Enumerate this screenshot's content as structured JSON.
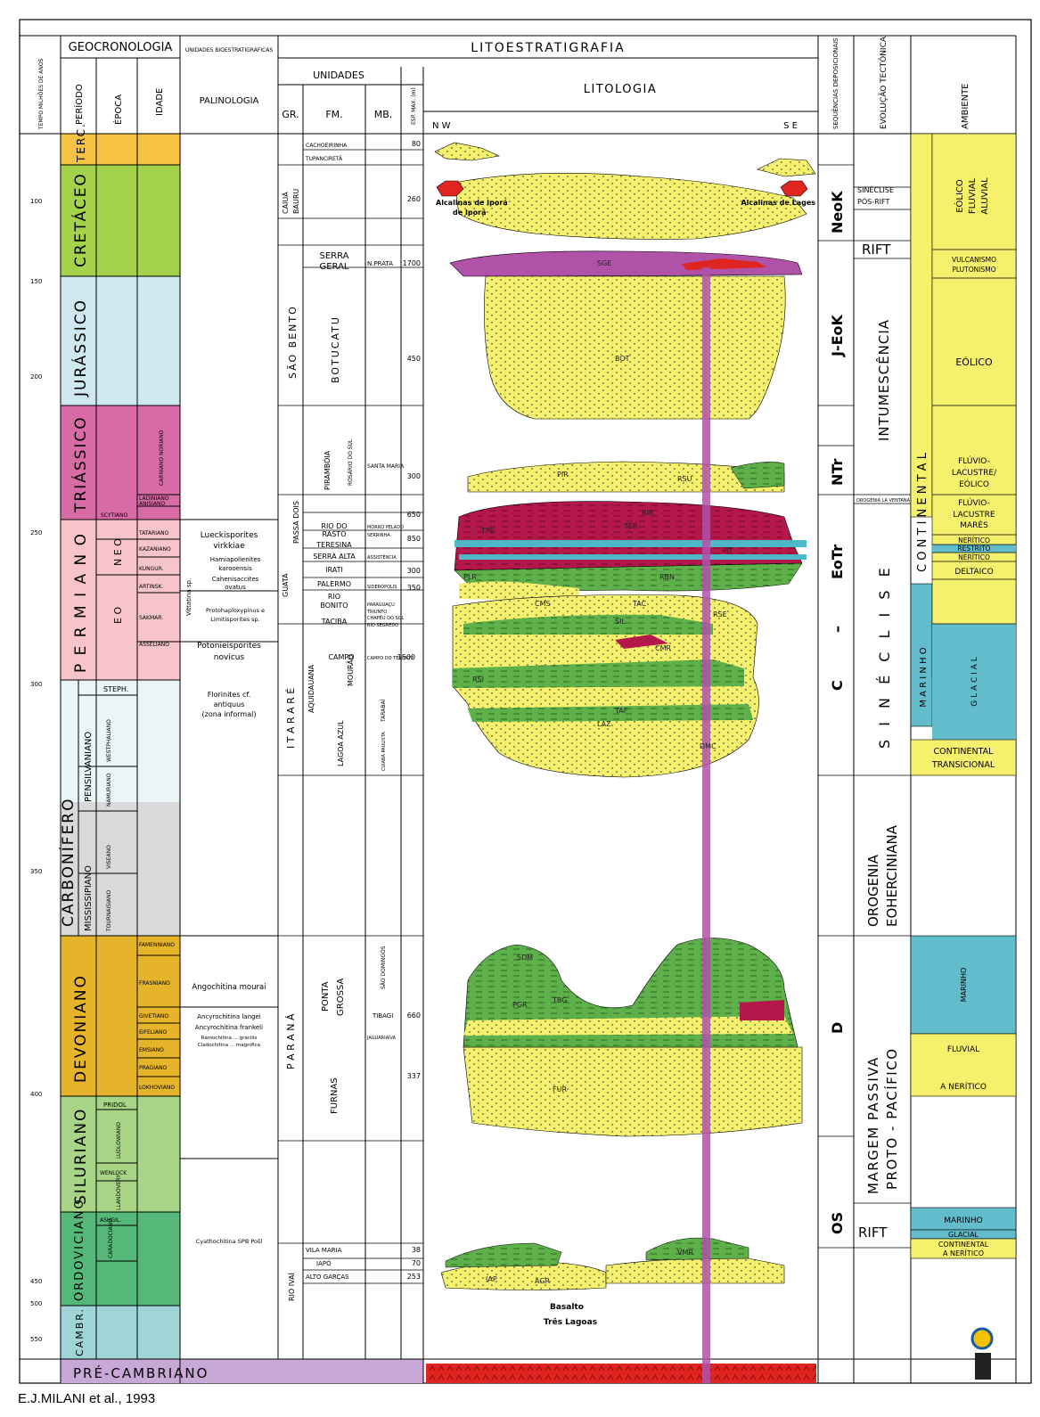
{
  "colors": {
    "terc": "#f5c242",
    "cret": "#a4d24a",
    "jur": "#cfe7ee",
    "tri": "#d86aa6",
    "perm": "#f6c4c9",
    "carb_upper": "#e9f5f6",
    "carb_lower": "#d9d9d9",
    "dev": "#e6b42a",
    "sil": "#a8d585",
    "ord": "#55b878",
    "camb": "#9fd5d6",
    "precamb": "#c8a8d6",
    "sand": "#f6f16c",
    "shale": "#5eb04a",
    "red": "#b4174a",
    "magenta": "#b052a8",
    "blue": "#4fb8c8",
    "cont": "#f6f16c",
    "marine": "#62bccb"
  },
  "header": {
    "tempo": "TEMPO MILHÕES DE ANOS",
    "geocronologia": "GEOCRONOLOGIA",
    "periodo": "PERÍODO",
    "epoca": "ÉPOCA",
    "idade": "IDADE",
    "unidades_bio": "UNIDADES BIOESTRATIGRÁFICAS",
    "palinologia": "PALINOLOGIA",
    "litoestratigrafia": "LITOESTRATIGRAFIA",
    "unidades": "UNIDADES",
    "gr": "GR.",
    "fm": "FM.",
    "mb": "MB.",
    "esp": "ESP. MAX. (m)",
    "litologia": "LITOLOGIA",
    "nw": "N W",
    "se": "S E",
    "sequencias": "SEQUÊNCIAS DEPOSICIONAIS",
    "evolucao": "EVOLUÇÃO TECTÔNICA",
    "ambiente": "AMBIENTE"
  },
  "time_ticks": [
    "100",
    "150",
    "200",
    "250",
    "300",
    "350",
    "400",
    "450",
    "500",
    "550"
  ],
  "periods": {
    "terc": "TERC.",
    "cret": "CRETÁCEO",
    "jur": "JURÁSSICO",
    "tri": "TRIÁSSICO",
    "perm": "P E R M I A N O",
    "carb": "CARBONÍFERO",
    "dev": "DEVONIANO",
    "sil": "SILURIANO",
    "ord": "ORDOVICIANO",
    "camb": "CAMBR.",
    "precamb": "PRÉ-CAMBRIANO"
  },
  "epochs": {
    "neo": "N E O",
    "eo": "E O",
    "steph": "STEPH.",
    "pensil": "PENSILVANIANO",
    "mississ": "MISSISSIPIANO",
    "pridol": "PRIDOL"
  },
  "ages": [
    "CARNIANO NORIANO",
    "LADINIANO",
    "ANISIANO",
    "SCYTIANO",
    "TATARIANO",
    "KAZANIANO",
    "KUNGUR.",
    "ARTINSK.",
    "SAKMAR.",
    "ASSELIANO",
    "WESTPHALIANO",
    "NAMURIANO",
    "VISEANO",
    "TOURNAISIANO",
    "FAMENNIANO",
    "FRASNIANO",
    "GIVETIANO",
    "EIFELIANO",
    "EMSIANO",
    "PRAGIANO",
    "LOKHOVIANO",
    "LUDLOWIANO",
    "WENLOCK",
    "LLANDOVERY",
    "ASHGIL.",
    "CARADOCIANO"
  ],
  "palynology": [
    "Lueckisporites",
    "virkkiae",
    "Hamiapollenites",
    "karooensis",
    "Vittatina sp.",
    "Cahenisaccites",
    "ovatus",
    "Protohaploxypinus e",
    "Limitisporites sp.",
    "Potonieisporites",
    "novicus",
    "Florinites cf.",
    "antiquus",
    "(zona informal)",
    "Angochitina mourai",
    "Ancyrochitina langei",
    "Ancyrochitina frankeli",
    "Ramochitina ... gracilis",
    "Cladochitina ... magnifica",
    "Cyathochitina SPB Pošl"
  ],
  "groups": [
    "CAIUÁ",
    "BAURU",
    "SÃO BENTO",
    "GUATÁ",
    "PASSA DOIS",
    "I T A R A R É",
    "P A R A N Á",
    "RIO IVAÍ"
  ],
  "formations": [
    "CACHOEIRINHA",
    "TUPANCIRETÃ",
    "SERRA",
    "GERAL",
    "BOTUCATU",
    "PIRAMBÓIA",
    "ROSÁRIO DO SUL",
    "RIO DO",
    "RASTO",
    "TERESINA",
    "SERRA ALTA",
    "IRATI",
    "PALERMO",
    "RIO",
    "BONITO",
    "TACIBA",
    "AQUIDAUANA",
    "CAMPO",
    "MOURÃO",
    "LAGOA AZUL",
    "PONTA",
    "GROSSA",
    "FURNAS",
    "VILA MARIA",
    "IAPÓ",
    "ALTO GARÇAS"
  ],
  "members": [
    "N.PRATA",
    "SANTA MARIA",
    "MORRO PELADO",
    "SERRINHA",
    "ASSISTÊNCIA",
    "SIDERÓPOLIS",
    "PARAGUAÇU",
    "TRIUNFO",
    "RIO SEGREDO",
    "CHAPÉU DO SOL",
    "TARABAÍ",
    "CAMPO DO TENENTE",
    "CUIABÁ PAULISTA",
    "SÃO DOMINGOS",
    "TIBAGI",
    "JAGUARIAÍVA"
  ],
  "thickness": [
    "80",
    "260",
    "1700",
    "450",
    "300",
    "650",
    "850",
    "",
    "",
    "300",
    "350",
    "1500",
    "660",
    "337",
    "38",
    "70",
    "253"
  ],
  "lithology": {
    "alk_ipora": "Alcalinas de Iporá",
    "alk_lages": "Alcalinas de Lages",
    "basalto": "Basalto",
    "tres_lagoas": "Três Lagoas",
    "codes": [
      "SGE",
      "BOT",
      "PIR",
      "RSU",
      "RIR",
      "TER",
      "TPE",
      "IRT",
      "PLR",
      "RBN",
      "TAC",
      "CMS",
      "RSE",
      "SIL",
      "RSI",
      "CMR",
      "TAF",
      "LAZ",
      "SDM",
      "PGR",
      "TBG",
      "FUR",
      "VMR",
      "IAP",
      "AGR",
      "DMC"
    ]
  },
  "sequences": {
    "neok": "NeoK",
    "jeok": "J-EoK",
    "ntr": "NTr",
    "eotr": "EoTr",
    "c": "C",
    "d": "D",
    "os": "OS",
    "dash": "–"
  },
  "tectonics": {
    "sineclise": "SINÉCLISE",
    "pos_rift": "PÓS-RIFT",
    "rift": "RIFT",
    "intumescencia": "INTUMESCÊNCIA",
    "orogenia_ventana": "OROGENIA LA VENTANA",
    "sineclise2": "S I N É C L I S E",
    "orogenia": "OROGENIA",
    "eohercinina": "EOHERCINIANA",
    "margem": "MARGEM PASSIVA",
    "proto": "PROTO - PACÍFICO",
    "rift2": "RIFT"
  },
  "environment": {
    "continental": "C O N T I N E N T A L",
    "eolico_fluvial": "EÓLICO",
    "fluvial": "FLUVIAL",
    "aluvial": "ALUVIAL",
    "vulcanismo": "VULCANISMO",
    "plutonismo": "PLUTONISMO",
    "eolico": "EÓLICO",
    "fluvio_lac": "FLÚVIO-",
    "lacustre": "LACUSTRE/",
    "eolico2": "EÓLICO",
    "fluvio_lac2": "FLÚVIO-",
    "lacustre2": "LACUSTRE",
    "mares": "MARÉS",
    "neritico": "NERÍTICO",
    "restrito": "RESTRITO",
    "neritico2": "NERÍTICO",
    "deltaico": "DELTAICO",
    "marinho_v": "M A R I N H O",
    "glacial": "G L A C I A L",
    "cont_trans1": "CONTINENTAL",
    "cont_trans2": "TRANSICIONAL",
    "marinho": "MARINHO",
    "fluvial2": "FLUVIAL",
    "a_neritico": "A NERÍTICO",
    "marinho2": "MARINHO",
    "glacial2": "GLACIAL",
    "continental2": "CONTINENTAL",
    "a_neritico2": "A NERÍTICO"
  },
  "credit": "E.J.MILANI et al., 1993"
}
